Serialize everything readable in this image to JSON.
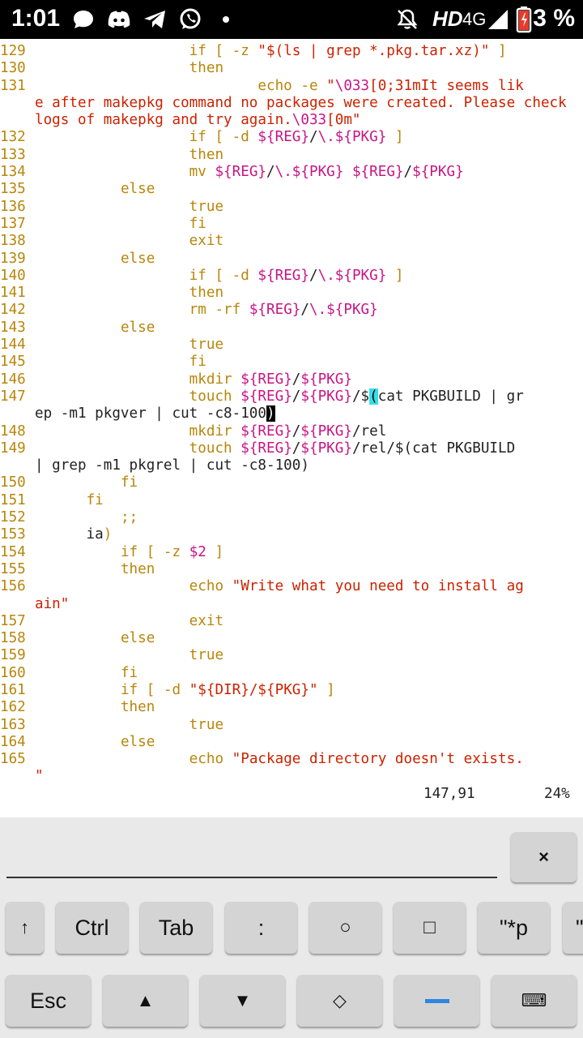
{
  "status_bar": {
    "time": "1:01",
    "network": "HD",
    "cellular": "4G",
    "battery_percent": "3 %",
    "icons": [
      "chat-bubble-icon",
      "discord-icon",
      "telegram-icon",
      "whatsapp-icon",
      "dot-icon",
      "mute-icon",
      "signal-icon",
      "battery-icon"
    ]
  },
  "editor": {
    "lines": [
      {
        "num": "129",
        "segs": [
          {
            "c": "p",
            "t": "                  "
          },
          {
            "c": "k",
            "t": "if [ -z "
          },
          {
            "c": "s",
            "t": "\"$(ls | grep *.pkg.tar.xz)\""
          },
          {
            "c": "k",
            "t": " ]"
          }
        ]
      },
      {
        "num": "130",
        "segs": [
          {
            "c": "p",
            "t": "                  "
          },
          {
            "c": "k",
            "t": "then"
          }
        ]
      },
      {
        "num": "131",
        "segs": [
          {
            "c": "p",
            "t": "                          "
          },
          {
            "c": "k",
            "t": "echo -e "
          },
          {
            "c": "s",
            "t": "\""
          },
          {
            "c": "v",
            "t": "\\033"
          },
          {
            "c": "s",
            "t": "[0;31mIt seems lik"
          }
        ]
      },
      {
        "num": "",
        "segs": [
          {
            "c": "s",
            "t": "e after makepkg command no packages were created. Please check"
          }
        ]
      },
      {
        "num": "",
        "segs": [
          {
            "c": "s",
            "t": "logs of makepkg and try again."
          },
          {
            "c": "v",
            "t": "\\033"
          },
          {
            "c": "s",
            "t": "[0m\""
          }
        ]
      },
      {
        "num": "132",
        "segs": [
          {
            "c": "p",
            "t": "                  "
          },
          {
            "c": "k",
            "t": "if [ -d "
          },
          {
            "c": "v",
            "t": "${REG}"
          },
          {
            "c": "p",
            "t": "/"
          },
          {
            "c": "v",
            "t": "\\."
          },
          {
            "c": "v",
            "t": "${PKG}"
          },
          {
            "c": "k",
            "t": " ]"
          }
        ]
      },
      {
        "num": "133",
        "segs": [
          {
            "c": "p",
            "t": "                  "
          },
          {
            "c": "k",
            "t": "then"
          }
        ]
      },
      {
        "num": "134",
        "segs": [
          {
            "c": "p",
            "t": "                  "
          },
          {
            "c": "k",
            "t": "mv "
          },
          {
            "c": "v",
            "t": "${REG}"
          },
          {
            "c": "p",
            "t": "/"
          },
          {
            "c": "v",
            "t": "\\."
          },
          {
            "c": "v",
            "t": "${PKG}"
          },
          {
            "c": "p",
            "t": " "
          },
          {
            "c": "v",
            "t": "${REG}"
          },
          {
            "c": "p",
            "t": "/"
          },
          {
            "c": "v",
            "t": "${PKG}"
          }
        ]
      },
      {
        "num": "135",
        "segs": [
          {
            "c": "p",
            "t": "          "
          },
          {
            "c": "k",
            "t": "else"
          }
        ]
      },
      {
        "num": "136",
        "segs": [
          {
            "c": "p",
            "t": "                  "
          },
          {
            "c": "k",
            "t": "true"
          }
        ]
      },
      {
        "num": "137",
        "segs": [
          {
            "c": "p",
            "t": "                  "
          },
          {
            "c": "k",
            "t": "fi"
          }
        ]
      },
      {
        "num": "138",
        "segs": [
          {
            "c": "p",
            "t": "                  "
          },
          {
            "c": "k",
            "t": "exit"
          }
        ]
      },
      {
        "num": "139",
        "segs": [
          {
            "c": "p",
            "t": "          "
          },
          {
            "c": "k",
            "t": "else"
          }
        ]
      },
      {
        "num": "140",
        "segs": [
          {
            "c": "p",
            "t": "                  "
          },
          {
            "c": "k",
            "t": "if [ -d "
          },
          {
            "c": "v",
            "t": "${REG}"
          },
          {
            "c": "p",
            "t": "/"
          },
          {
            "c": "v",
            "t": "\\."
          },
          {
            "c": "v",
            "t": "${PKG}"
          },
          {
            "c": "k",
            "t": " ]"
          }
        ]
      },
      {
        "num": "141",
        "segs": [
          {
            "c": "p",
            "t": "                  "
          },
          {
            "c": "k",
            "t": "then"
          }
        ]
      },
      {
        "num": "142",
        "segs": [
          {
            "c": "p",
            "t": "                  "
          },
          {
            "c": "k",
            "t": "rm -rf "
          },
          {
            "c": "v",
            "t": "${REG}"
          },
          {
            "c": "p",
            "t": "/"
          },
          {
            "c": "v",
            "t": "\\."
          },
          {
            "c": "v",
            "t": "${PKG}"
          }
        ]
      },
      {
        "num": "143",
        "segs": [
          {
            "c": "p",
            "t": "          "
          },
          {
            "c": "k",
            "t": "else"
          }
        ]
      },
      {
        "num": "144",
        "segs": [
          {
            "c": "p",
            "t": "                  "
          },
          {
            "c": "k",
            "t": "true"
          }
        ]
      },
      {
        "num": "145",
        "segs": [
          {
            "c": "p",
            "t": "                  "
          },
          {
            "c": "k",
            "t": "fi"
          }
        ]
      },
      {
        "num": "146",
        "segs": [
          {
            "c": "p",
            "t": "                  "
          },
          {
            "c": "k",
            "t": "mkdir "
          },
          {
            "c": "v",
            "t": "${REG}"
          },
          {
            "c": "p",
            "t": "/"
          },
          {
            "c": "v",
            "t": "${PKG}"
          }
        ]
      },
      {
        "num": "147",
        "segs": [
          {
            "c": "p",
            "t": "                  "
          },
          {
            "c": "k",
            "t": "touch "
          },
          {
            "c": "v",
            "t": "${REG}"
          },
          {
            "c": "p",
            "t": "/"
          },
          {
            "c": "v",
            "t": "${PKG}"
          },
          {
            "c": "p",
            "t": "/$"
          },
          {
            "c": "cyan",
            "t": "("
          },
          {
            "c": "p",
            "t": "cat PKGBUILD | gr"
          }
        ]
      },
      {
        "num": "",
        "segs": [
          {
            "c": "p",
            "t": "ep -m1 pkgver | cut -c8-100"
          },
          {
            "c": "cur",
            "t": ")"
          }
        ]
      },
      {
        "num": "148",
        "segs": [
          {
            "c": "p",
            "t": "                  "
          },
          {
            "c": "k",
            "t": "mkdir "
          },
          {
            "c": "v",
            "t": "${REG}"
          },
          {
            "c": "p",
            "t": "/"
          },
          {
            "c": "v",
            "t": "${PKG}"
          },
          {
            "c": "p",
            "t": "/rel"
          }
        ]
      },
      {
        "num": "149",
        "segs": [
          {
            "c": "p",
            "t": "                  "
          },
          {
            "c": "k",
            "t": "touch "
          },
          {
            "c": "v",
            "t": "${REG}"
          },
          {
            "c": "p",
            "t": "/"
          },
          {
            "c": "v",
            "t": "${PKG}"
          },
          {
            "c": "p",
            "t": "/rel/$(cat PKGBUILD"
          }
        ]
      },
      {
        "num": "",
        "segs": [
          {
            "c": "p",
            "t": "| grep -m1 pkgrel | cut -c8-100)"
          }
        ]
      },
      {
        "num": "150",
        "segs": [
          {
            "c": "p",
            "t": "          "
          },
          {
            "c": "k",
            "t": "fi"
          }
        ]
      },
      {
        "num": "151",
        "segs": [
          {
            "c": "p",
            "t": "      "
          },
          {
            "c": "k",
            "t": "fi"
          }
        ]
      },
      {
        "num": "152",
        "segs": [
          {
            "c": "p",
            "t": "          "
          },
          {
            "c": "k",
            "t": ";;"
          }
        ]
      },
      {
        "num": "153",
        "segs": [
          {
            "c": "p",
            "t": "      ia"
          },
          {
            "c": "k",
            "t": ")"
          }
        ]
      },
      {
        "num": "154",
        "segs": [
          {
            "c": "p",
            "t": "          "
          },
          {
            "c": "k",
            "t": "if [ -z "
          },
          {
            "c": "v",
            "t": "$2"
          },
          {
            "c": "k",
            "t": " ]"
          }
        ]
      },
      {
        "num": "155",
        "segs": [
          {
            "c": "p",
            "t": "          "
          },
          {
            "c": "k",
            "t": "then"
          }
        ]
      },
      {
        "num": "156",
        "segs": [
          {
            "c": "p",
            "t": "                  "
          },
          {
            "c": "k",
            "t": "echo "
          },
          {
            "c": "s",
            "t": "\"Write what you need to install ag"
          }
        ]
      },
      {
        "num": "",
        "segs": [
          {
            "c": "s",
            "t": "ain\""
          }
        ]
      },
      {
        "num": "157",
        "segs": [
          {
            "c": "p",
            "t": "                  "
          },
          {
            "c": "k",
            "t": "exit"
          }
        ]
      },
      {
        "num": "158",
        "segs": [
          {
            "c": "p",
            "t": "          "
          },
          {
            "c": "k",
            "t": "else"
          }
        ]
      },
      {
        "num": "159",
        "segs": [
          {
            "c": "p",
            "t": "                  "
          },
          {
            "c": "k",
            "t": "true"
          }
        ]
      },
      {
        "num": "160",
        "segs": [
          {
            "c": "p",
            "t": "          "
          },
          {
            "c": "k",
            "t": "fi"
          }
        ]
      },
      {
        "num": "161",
        "segs": [
          {
            "c": "p",
            "t": "          "
          },
          {
            "c": "k",
            "t": "if [ -d "
          },
          {
            "c": "s",
            "t": "\"${DIR}/${PKG}\""
          },
          {
            "c": "k",
            "t": " ]"
          }
        ]
      },
      {
        "num": "162",
        "segs": [
          {
            "c": "p",
            "t": "          "
          },
          {
            "c": "k",
            "t": "then"
          }
        ]
      },
      {
        "num": "163",
        "segs": [
          {
            "c": "p",
            "t": "                  "
          },
          {
            "c": "k",
            "t": "true"
          }
        ]
      },
      {
        "num": "164",
        "segs": [
          {
            "c": "p",
            "t": "          "
          },
          {
            "c": "k",
            "t": "else"
          }
        ]
      },
      {
        "num": "165",
        "segs": [
          {
            "c": "p",
            "t": "                  "
          },
          {
            "c": "k",
            "t": "echo "
          },
          {
            "c": "s",
            "t": "\"Package directory doesn't exists."
          }
        ]
      },
      {
        "num": "",
        "segs": [
          {
            "c": "s",
            "t": "\""
          }
        ]
      }
    ],
    "cursor_position": "147,91",
    "scroll_percent": "24%"
  },
  "keyboard": {
    "close_label": "×",
    "row1": [
      "↑",
      "Ctrl",
      "Tab",
      ":",
      "○",
      "□",
      "\"*p",
      "\""
    ],
    "row2": [
      "Esc",
      "▲",
      "▼",
      "◇",
      "—",
      "⌨"
    ]
  }
}
